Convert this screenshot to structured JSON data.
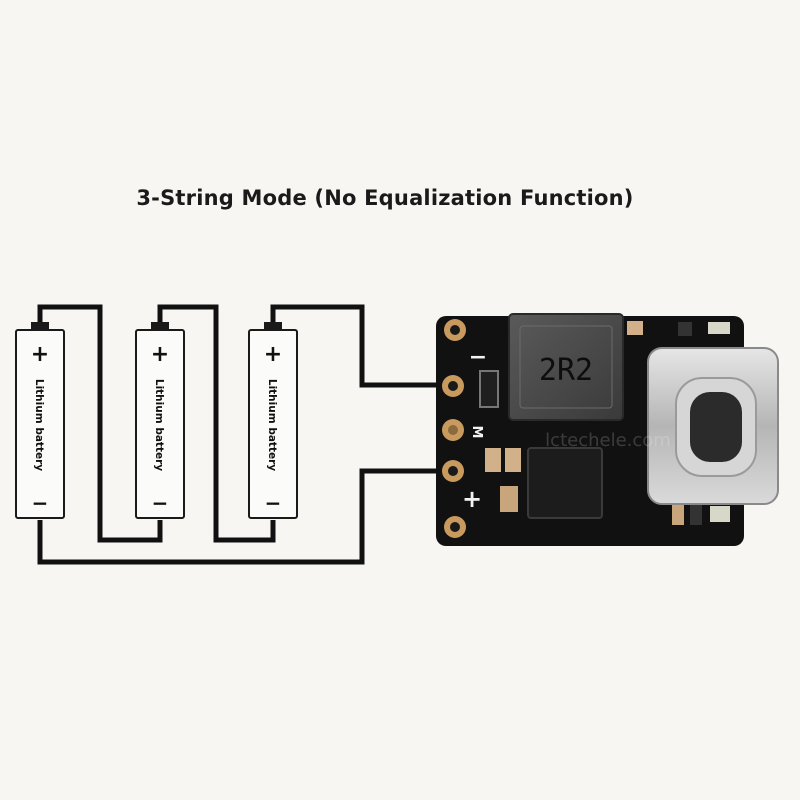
{
  "title": "3-String Mode (No Equalization Function)",
  "batteries": [
    {
      "label": "Lithium battery",
      "pos_symbol": "+",
      "neg_symbol": "−"
    },
    {
      "label": "Lithium battery",
      "pos_symbol": "+",
      "neg_symbol": "−"
    },
    {
      "label": "Lithium battery",
      "pos_symbol": "+",
      "neg_symbol": "−"
    }
  ],
  "board": {
    "inductor_marking": "2R2",
    "pin_labels": {
      "negative": "−",
      "middle": "M",
      "positive": "+"
    },
    "watermark": "lctechele.com"
  },
  "colors": {
    "background": "#f7f6f3",
    "wire": "#111111",
    "pcb": "#111111",
    "pad": "#c99a5e",
    "battery_outline": "#1a1a1a"
  }
}
